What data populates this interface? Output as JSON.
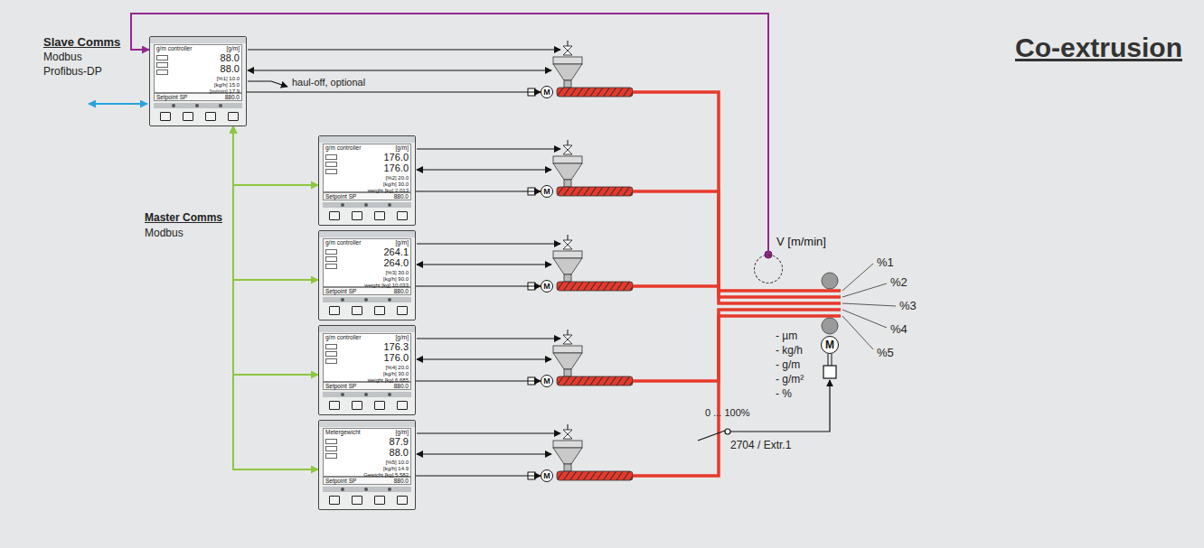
{
  "diagram": {
    "title": "Co-extrusion",
    "nodes": [
      {
        "text": [
          "g/m controller",
          "[g/m]",
          "88.0",
          "88.0",
          "[%1] 10.0",
          "[kg/h] 15.0",
          "[m/min] 17.9",
          "Setpoint SP",
          "880.0"
        ]
      },
      {
        "text": [
          "g/m controller",
          "[g/m]",
          "176.0",
          "176.0",
          "[%2] 20.0",
          "[kg/h] 30.0",
          "weight [kg] 2.013",
          "Setpoint SP",
          "880.0"
        ]
      },
      {
        "text": [
          "g/m controller",
          "[g/m]",
          "264.1",
          "264.0",
          "[%3] 30.0",
          "[kg/h] 90.0",
          "weight [kg] 10.033",
          "Setpoint SP",
          "880.0"
        ]
      },
      {
        "text": [
          "g/m controller",
          "[g/m]",
          "176.3",
          "176.0",
          "[%4] 20.0",
          "[kg/h] 30.0",
          "weight [kg] 6.685",
          "Setpoint SP",
          "880.0"
        ]
      },
      {
        "text": [
          "Metergewicht",
          "[g/m]",
          "87.9",
          "88.0",
          "[%5] 10.0",
          "[kg/h] 14.9",
          "Gewicht [kg] 5.582",
          "Setpoint SP",
          "880.0"
        ]
      },
      {
        "text": [
          "M"
        ]
      },
      {
        "text": [
          "M"
        ]
      },
      {
        "text": [
          "M"
        ]
      },
      {
        "text": [
          "M"
        ]
      },
      {
        "text": [
          "M"
        ]
      },
      {
        "text": [
          "V [m/min]"
        ]
      },
      {
        "text": [
          "M"
        ]
      }
    ],
    "edges": [
      {
        "from": 10,
        "to": 0,
        "arrow": "to"
      },
      {
        "from": 0,
        "to": 1,
        "arrow": "both"
      },
      {
        "from": 0,
        "to": 2,
        "arrow": "both"
      },
      {
        "from": 0,
        "to": 3,
        "arrow": "both"
      },
      {
        "from": 0,
        "to": 4,
        "arrow": "both"
      },
      {
        "from": 0,
        "to": 5,
        "arrow": "to"
      },
      {
        "from": 1,
        "to": 6,
        "arrow": "to"
      },
      {
        "from": 2,
        "to": 7,
        "arrow": "to"
      },
      {
        "from": 3,
        "to": 8,
        "arrow": "to"
      },
      {
        "from": 4,
        "to": 9,
        "arrow": "to"
      }
    ],
    "labels": [
      "Slave Comms",
      "Modbus",
      "Profibus-DP",
      "Master Comms",
      "Modbus",
      "haul-off, optional",
      "%1",
      "%2",
      "%3",
      "%4",
      "%5",
      "- µm",
      "- kg/h",
      "- g/m",
      "- g/m²",
      "- %",
      "0 ... 100%",
      "2704 / Extr.1"
    ]
  }
}
